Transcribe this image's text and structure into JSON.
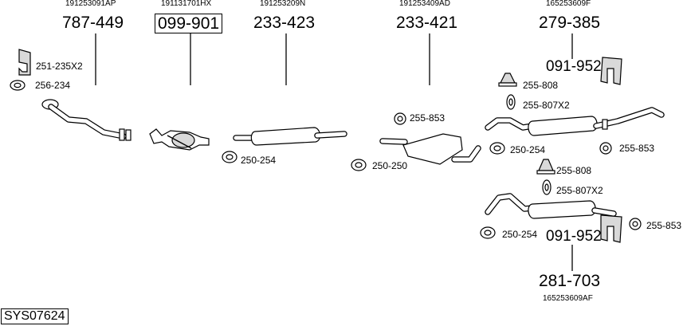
{
  "oe_numbers": {
    "n1": "191253091AP",
    "n2": "191131701HX",
    "n3": "191253209N",
    "n4": "191253409AD",
    "n5": "165253609F",
    "n6": "165253609AF"
  },
  "part_numbers": {
    "p1": "787-449",
    "p2": "099-901",
    "p3": "233-423",
    "p4": "233-421",
    "p5": "279-385",
    "p6": "091-952",
    "p7": "091-952",
    "p8": "281-703"
  },
  "labels": {
    "l_251_235": "251-235X2",
    "l_256_234": "256-234",
    "l_250_254_a": "250-254",
    "l_250_250": "250-250",
    "l_255_853_a": "255-853",
    "l_255_808_a": "255-808",
    "l_255_807_a": "255-807X2",
    "l_250_254_b": "250-254",
    "l_255_853_b": "255-853",
    "l_255_808_b": "255-808",
    "l_255_807_b": "255-807X2",
    "l_250_254_c": "250-254",
    "l_255_853_c": "255-853"
  },
  "system_id": "SYS07624"
}
